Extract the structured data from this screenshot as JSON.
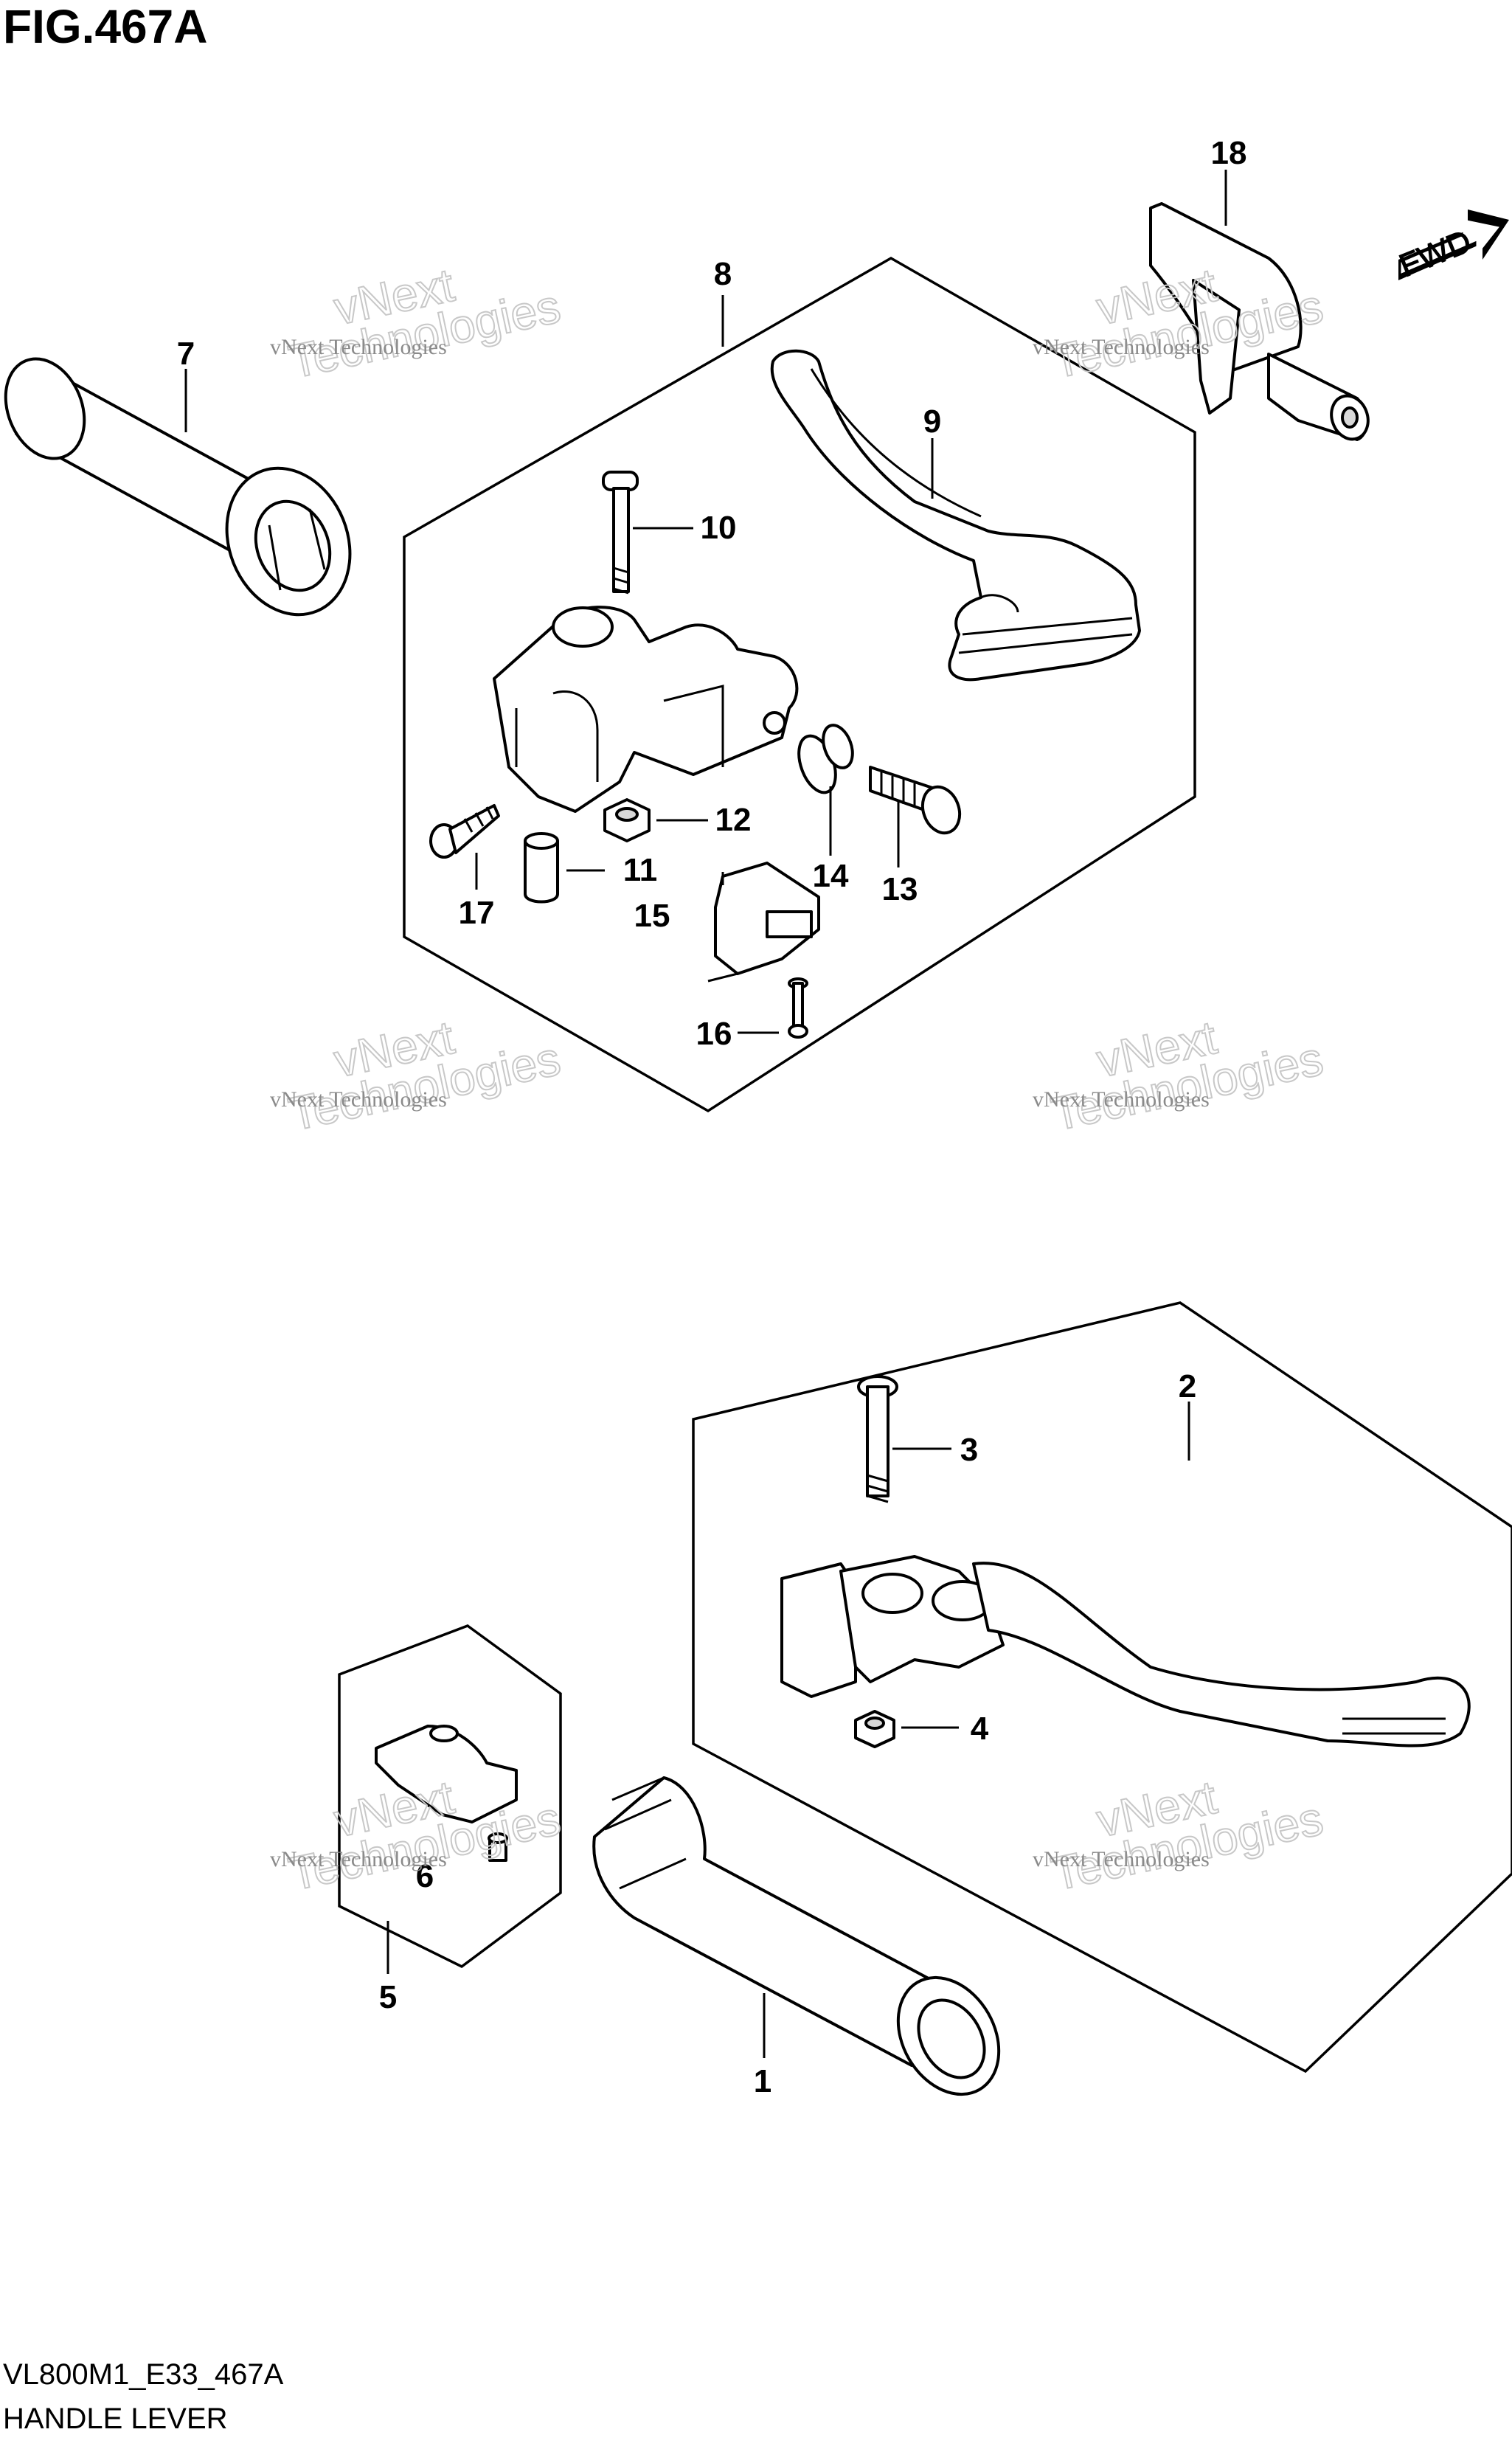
{
  "figure": {
    "title": "FIG.467A",
    "code": "VL800M1_E33_467A",
    "name": "HANDLE LEVER"
  },
  "fwd_label": "FWD",
  "watermark": {
    "line1": "vNext Technologies",
    "line2": "vNext\nTechnologies"
  },
  "callouts": [
    "1",
    "2",
    "3",
    "4",
    "5",
    "6",
    "7",
    "8",
    "9",
    "10",
    "11",
    "12",
    "13",
    "14",
    "15",
    "16",
    "17",
    "18"
  ]
}
